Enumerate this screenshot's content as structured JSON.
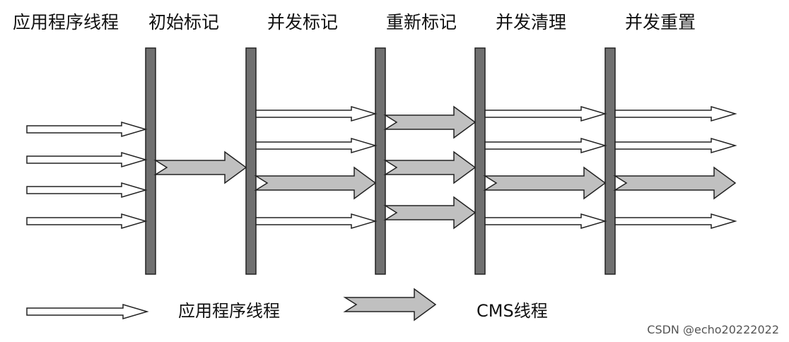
{
  "phases": [
    {
      "label": "应用程序线程"
    },
    {
      "label": "初始标记"
    },
    {
      "label": "并发标记"
    },
    {
      "label": "重新标记"
    },
    {
      "label": "并发清理"
    },
    {
      "label": "并发重置"
    }
  ],
  "legend": {
    "app_thread_label": "应用程序线程",
    "cms_thread_label": "CMS线程"
  },
  "watermark": "CSDN @echo20222022",
  "colors": {
    "bar": "#707070",
    "cms_arrow": "#c0c0c0",
    "app_arrow": "#ffffff",
    "stroke": "#222222"
  }
}
